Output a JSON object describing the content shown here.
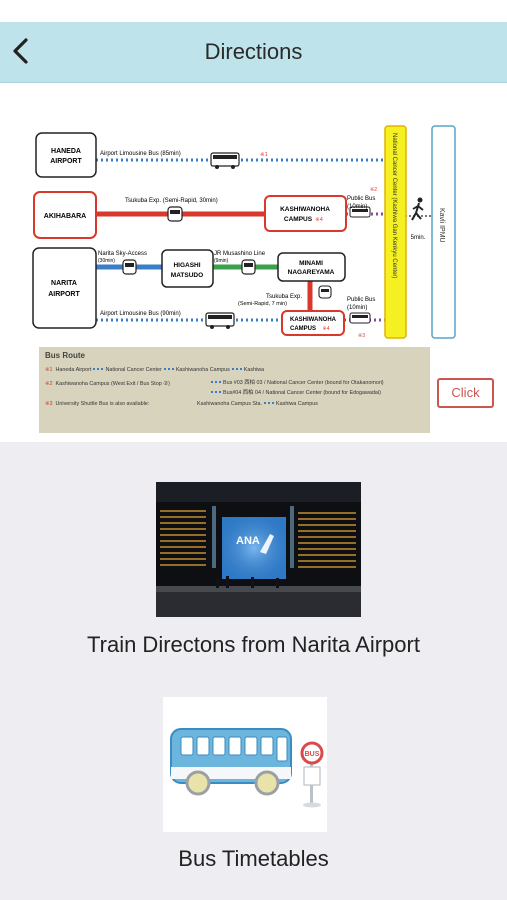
{
  "header": {
    "title": "Directions",
    "back_icon": "chevron-left-icon"
  },
  "map": {
    "nodes": {
      "haneda": [
        "HANEDA",
        "AIRPORT"
      ],
      "akihabara": "AKIHABARA",
      "narita": [
        "NARITA",
        "AIRPORT"
      ],
      "higashi": [
        "HIGASHI",
        "MATSUDO"
      ],
      "minami": [
        "MINAMI",
        "NAGAREYAMA"
      ],
      "kashiwanoha1": [
        "KASHIWANOHA",
        "CAMPUS"
      ],
      "kashiwanoha2": [
        "KASHIWANOHA",
        "CAMPUS"
      ],
      "ncc": "National Cancer Center (Kashiwa Gan Kenkyu Center)",
      "kavli": "Kavli IPMU"
    },
    "labels": {
      "airport_limo_85": "Airport Limousine Bus (85min)",
      "tsukuba_semi": "Tsukuba Exp. (Semi-Rapid, 30min)",
      "narita_sky": "Narita Sky-Access",
      "narita_sky_time": "(30min)",
      "jr_musashino": "JR Musashino Line",
      "jr_time": "(9min)",
      "tsukuba_exp": "Tsukuba Exp.",
      "tsukuba_exp_time": "(Semi-Rapid, 7 min)",
      "airport_limo_90": "Airport Limousine Bus (90min)",
      "public_bus": "Public Bus",
      "public_bus_time": "(10min)",
      "walk_time": "5min.",
      "mark1": "※1",
      "mark2": "※2",
      "mark3": "※3",
      "mark4": "※4"
    },
    "colors": {
      "blue_route": "#3a7dc9",
      "red_route": "#d9382c",
      "green_route": "#3aa14a",
      "purple_route": "#8a4a9c",
      "ncc_bar": "#f4f022",
      "ncc_border": "#e0b500"
    }
  },
  "bus_route": {
    "title": "Bus Route",
    "line1": {
      "mark": "※1",
      "a": "Haneda Airport",
      "b": "National Cancer Center",
      "c": "Kashiwanoha Campus",
      "d": "Kashiwa"
    },
    "line2": {
      "mark": "※2",
      "a": "Kashiwanoha Campus (West Exit / Bus Stop ②)",
      "bus1": "Bus #03 西柏 03 / National Cancer Center (bound for Otakanomori)",
      "bus2": "Bus#04 西柏 04 / National Cancer Center (bound for Edogawadai)"
    },
    "line3": {
      "mark": "※3",
      "a": "University Shuttle Bus is also available:",
      "b": "Kashiwanoha Campus Sta.",
      "c": "Kashiwa Campus"
    }
  },
  "click_button": "Click",
  "cards": [
    {
      "label": "Train Directons from Narita Airport",
      "image": "airport-terminal-photo"
    },
    {
      "label": "Bus Timetables",
      "image": "bus-illustration"
    }
  ],
  "airport_photo": {
    "screen_text": "ANA"
  },
  "bus_stop_sign": "BUS"
}
